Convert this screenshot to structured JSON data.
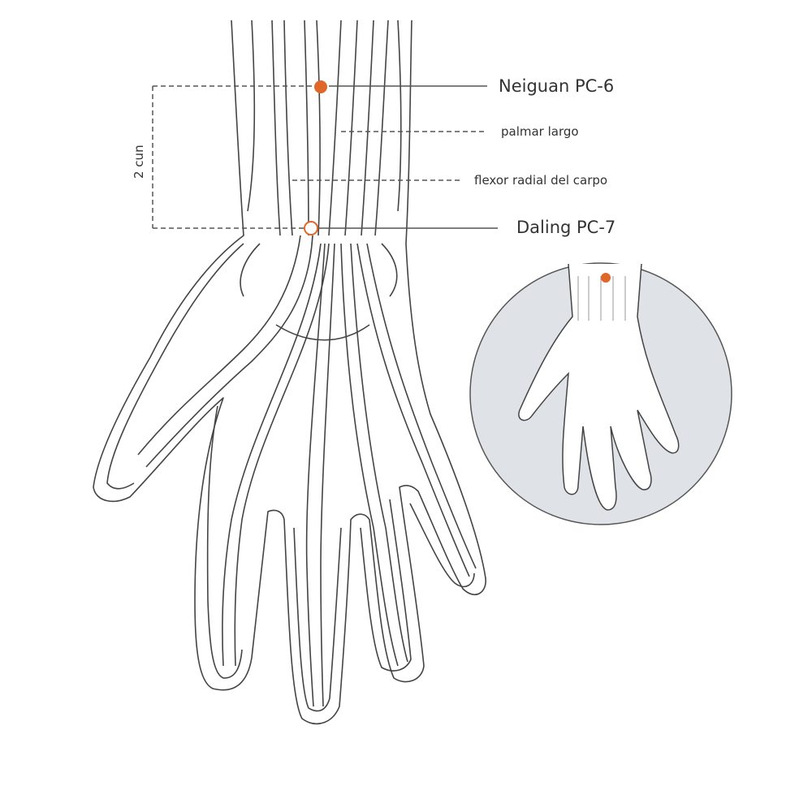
{
  "labels": {
    "point1": "Neiguan PC-6",
    "tendon1": "palmar largo",
    "tendon2": "flexor radial del carpo",
    "point2": "Daling PC-7",
    "distance": "2 cun"
  },
  "colors": {
    "point": "#e0672a",
    "line": "#555555",
    "inset_bg": "#dfe3e7"
  }
}
